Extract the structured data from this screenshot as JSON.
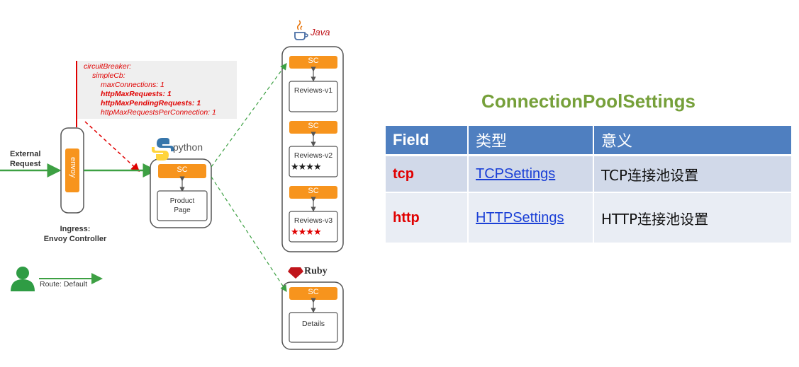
{
  "diagram": {
    "config_lines": [
      "circuitBreaker:",
      "simpleCb:",
      "maxConnections: 1",
      "httpMaxRequests: 1",
      "httpMaxPendingRequests: 1",
      "httpMaxRequestsPerConnection: 1"
    ],
    "external_request": [
      "External",
      "Request"
    ],
    "envoy_label": "envoy",
    "ingress_label": [
      "Ingress:",
      "Envoy Controller"
    ],
    "route_label": "Route: Default",
    "python_label": "python",
    "sc_label": "SC",
    "product_page": [
      "Product",
      "Page"
    ],
    "java_label": "Java",
    "ruby_label": "Ruby",
    "reviews": [
      "Reviews-v1",
      "Reviews-v2",
      "Reviews-v3"
    ],
    "stars": [
      "",
      "★★★★",
      "★★★★"
    ],
    "details_label": "Details",
    "colors": {
      "sc": "#f7941d",
      "config": "#e00000",
      "arrow": "#3da043",
      "star_black": "#222222",
      "star_red": "#e00000"
    }
  },
  "title": "ConnectionPoolSettings",
  "table": {
    "headers": [
      "Field",
      "类型",
      "意义"
    ],
    "rows": [
      {
        "field": "tcp",
        "type": "TCPSettings",
        "desc": "TCP连接池设置"
      },
      {
        "field": "http",
        "type": "HTTPSettings",
        "desc": "HTTP连接池设置"
      }
    ]
  }
}
